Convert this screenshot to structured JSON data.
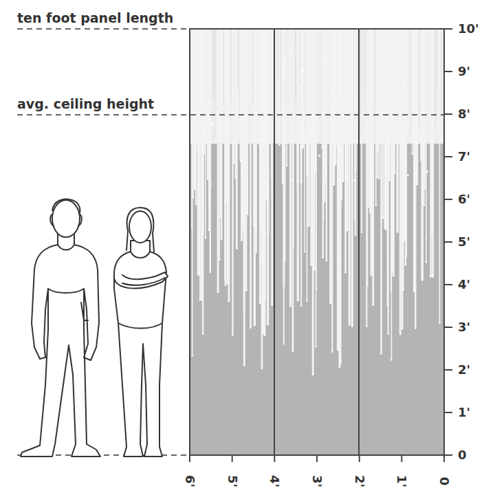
{
  "diagram": {
    "labels": [
      "ten foot panel length",
      "avg. ceiling height",
      "10'",
      "9'",
      "8'",
      "7'",
      "6'",
      "5'",
      "4'",
      "3'",
      "2'",
      "1'",
      "0",
      "6'",
      "5'",
      "4'",
      "3'",
      "2'",
      "1'",
      "0"
    ]
  }
}
